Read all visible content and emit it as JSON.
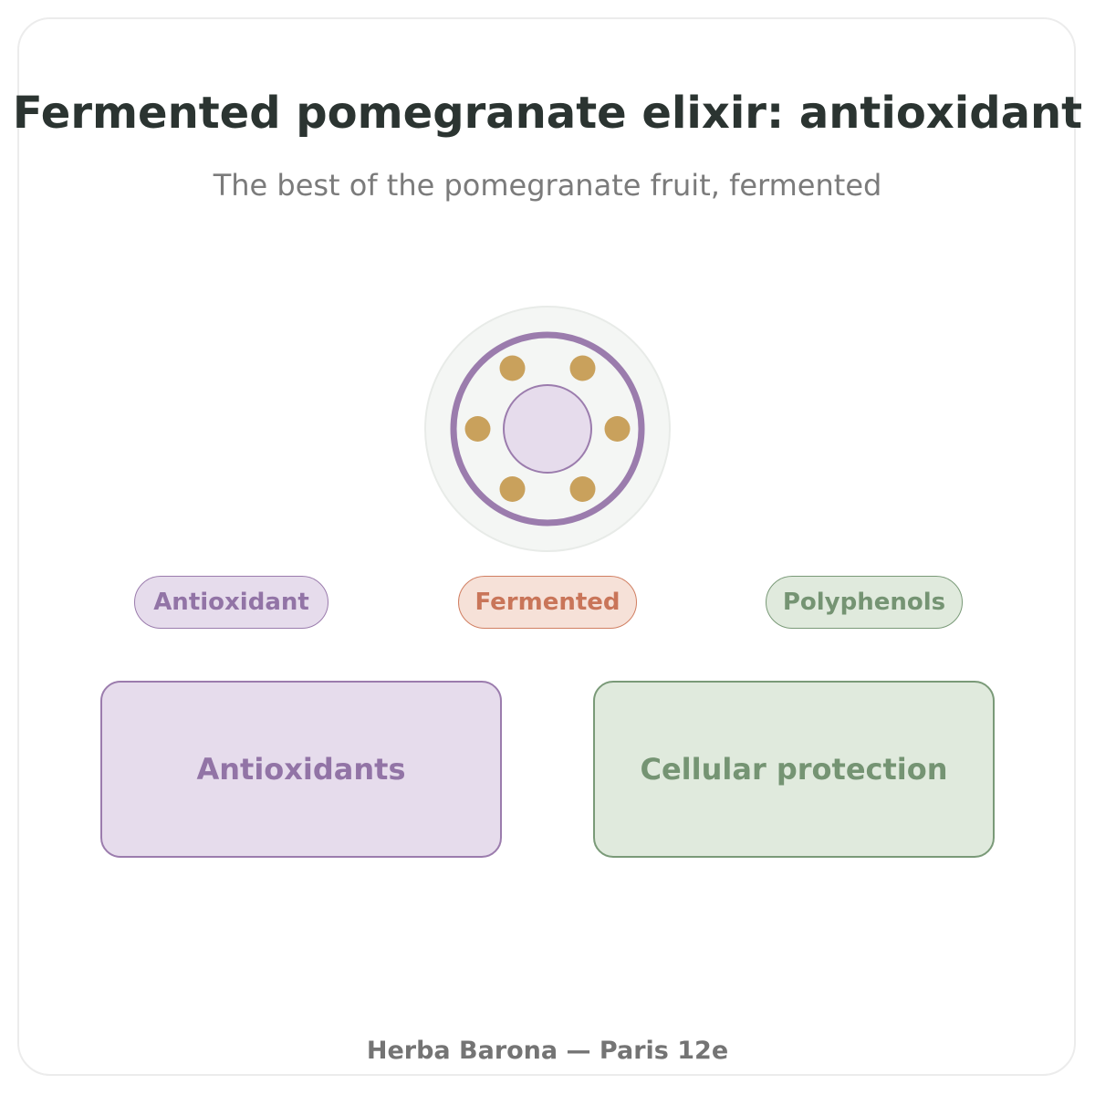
{
  "header": {
    "title": "Fermented pomegranate elixir: antioxidant",
    "subtitle": "The best of the pomegranate fruit, fermented"
  },
  "emblem": {
    "icon": "pomegranate-seeds-icon",
    "colors": {
      "halo": "#f4f6f4",
      "ring": "#9b7cad",
      "core": "#e6dcec",
      "seeds": "#c9a15c"
    }
  },
  "tags": [
    {
      "label": "Antioxidant",
      "color": "#9b7cad"
    },
    {
      "label": "Fermented",
      "color": "#d17f62"
    },
    {
      "label": "Polyphenols",
      "color": "#7a9a78"
    }
  ],
  "benefits": [
    {
      "label": "Antioxidants",
      "color": "#9b7cad"
    },
    {
      "label": "Cellular protection",
      "color": "#7a9a78"
    }
  ],
  "footer": {
    "text": "Herba Barona — Paris 12e"
  }
}
